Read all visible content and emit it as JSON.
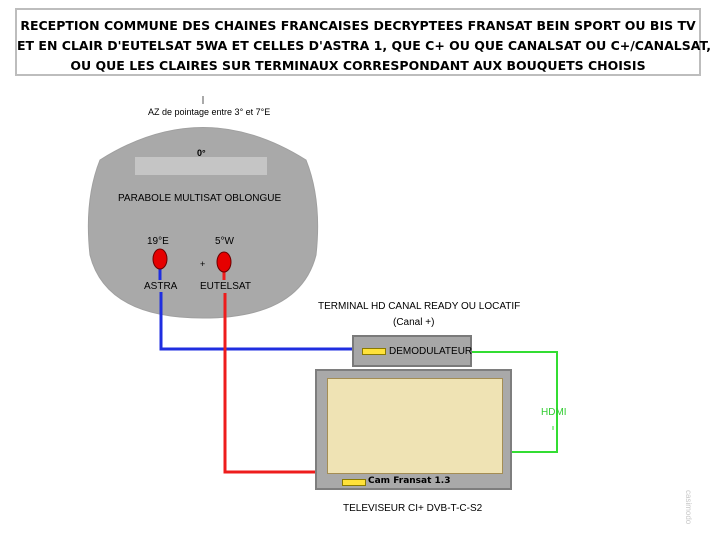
{
  "title": {
    "line1": "RECEPTION COMMUNE DES CHAINES FRANCAISES DECRYPTEES FRANSAT BEIN SPORT OU BIS TV",
    "line2": "ET EN CLAIR D'EUTELSAT 5WA ET CELLES D'ASTRA 1, QUE C+ OU QUE CANALSAT OU C+/CANALSAT,",
    "line3": "OU QUE LES CLAIRES  SUR TERMINAUX CORRESPONDANT AUX BOUQUETS CHOISIS"
  },
  "dish": {
    "pointing_label": "AZ de pointage entre 3° et 7°E",
    "zero_label": "0°",
    "name": "PARABOLE MULTISAT  OBLONGUE",
    "plus": "+",
    "lnb_left": {
      "angle": "19°E",
      "name": "ASTRA",
      "color": "#e60000"
    },
    "lnb_right": {
      "angle": "5°W",
      "name": "EUTELSAT",
      "color": "#e60000"
    }
  },
  "terminal": {
    "title": "TERMINAL HD CANAL READY  OU LOCATIF",
    "subtitle": "(Canal +)",
    "label": "DEMODULATEUR"
  },
  "tv": {
    "cam_label": "Cam Fransat 1.3",
    "label": "TELEVISEUR CI+ DVB-T-C-S2"
  },
  "connections": {
    "hdmi_label": "HDMI",
    "astra_cable_color": "#1f2ee0",
    "eutelsat_cable_color": "#ee1c1c",
    "hdmi_cable_color": "#33dd33"
  },
  "watermark": "casimodo"
}
